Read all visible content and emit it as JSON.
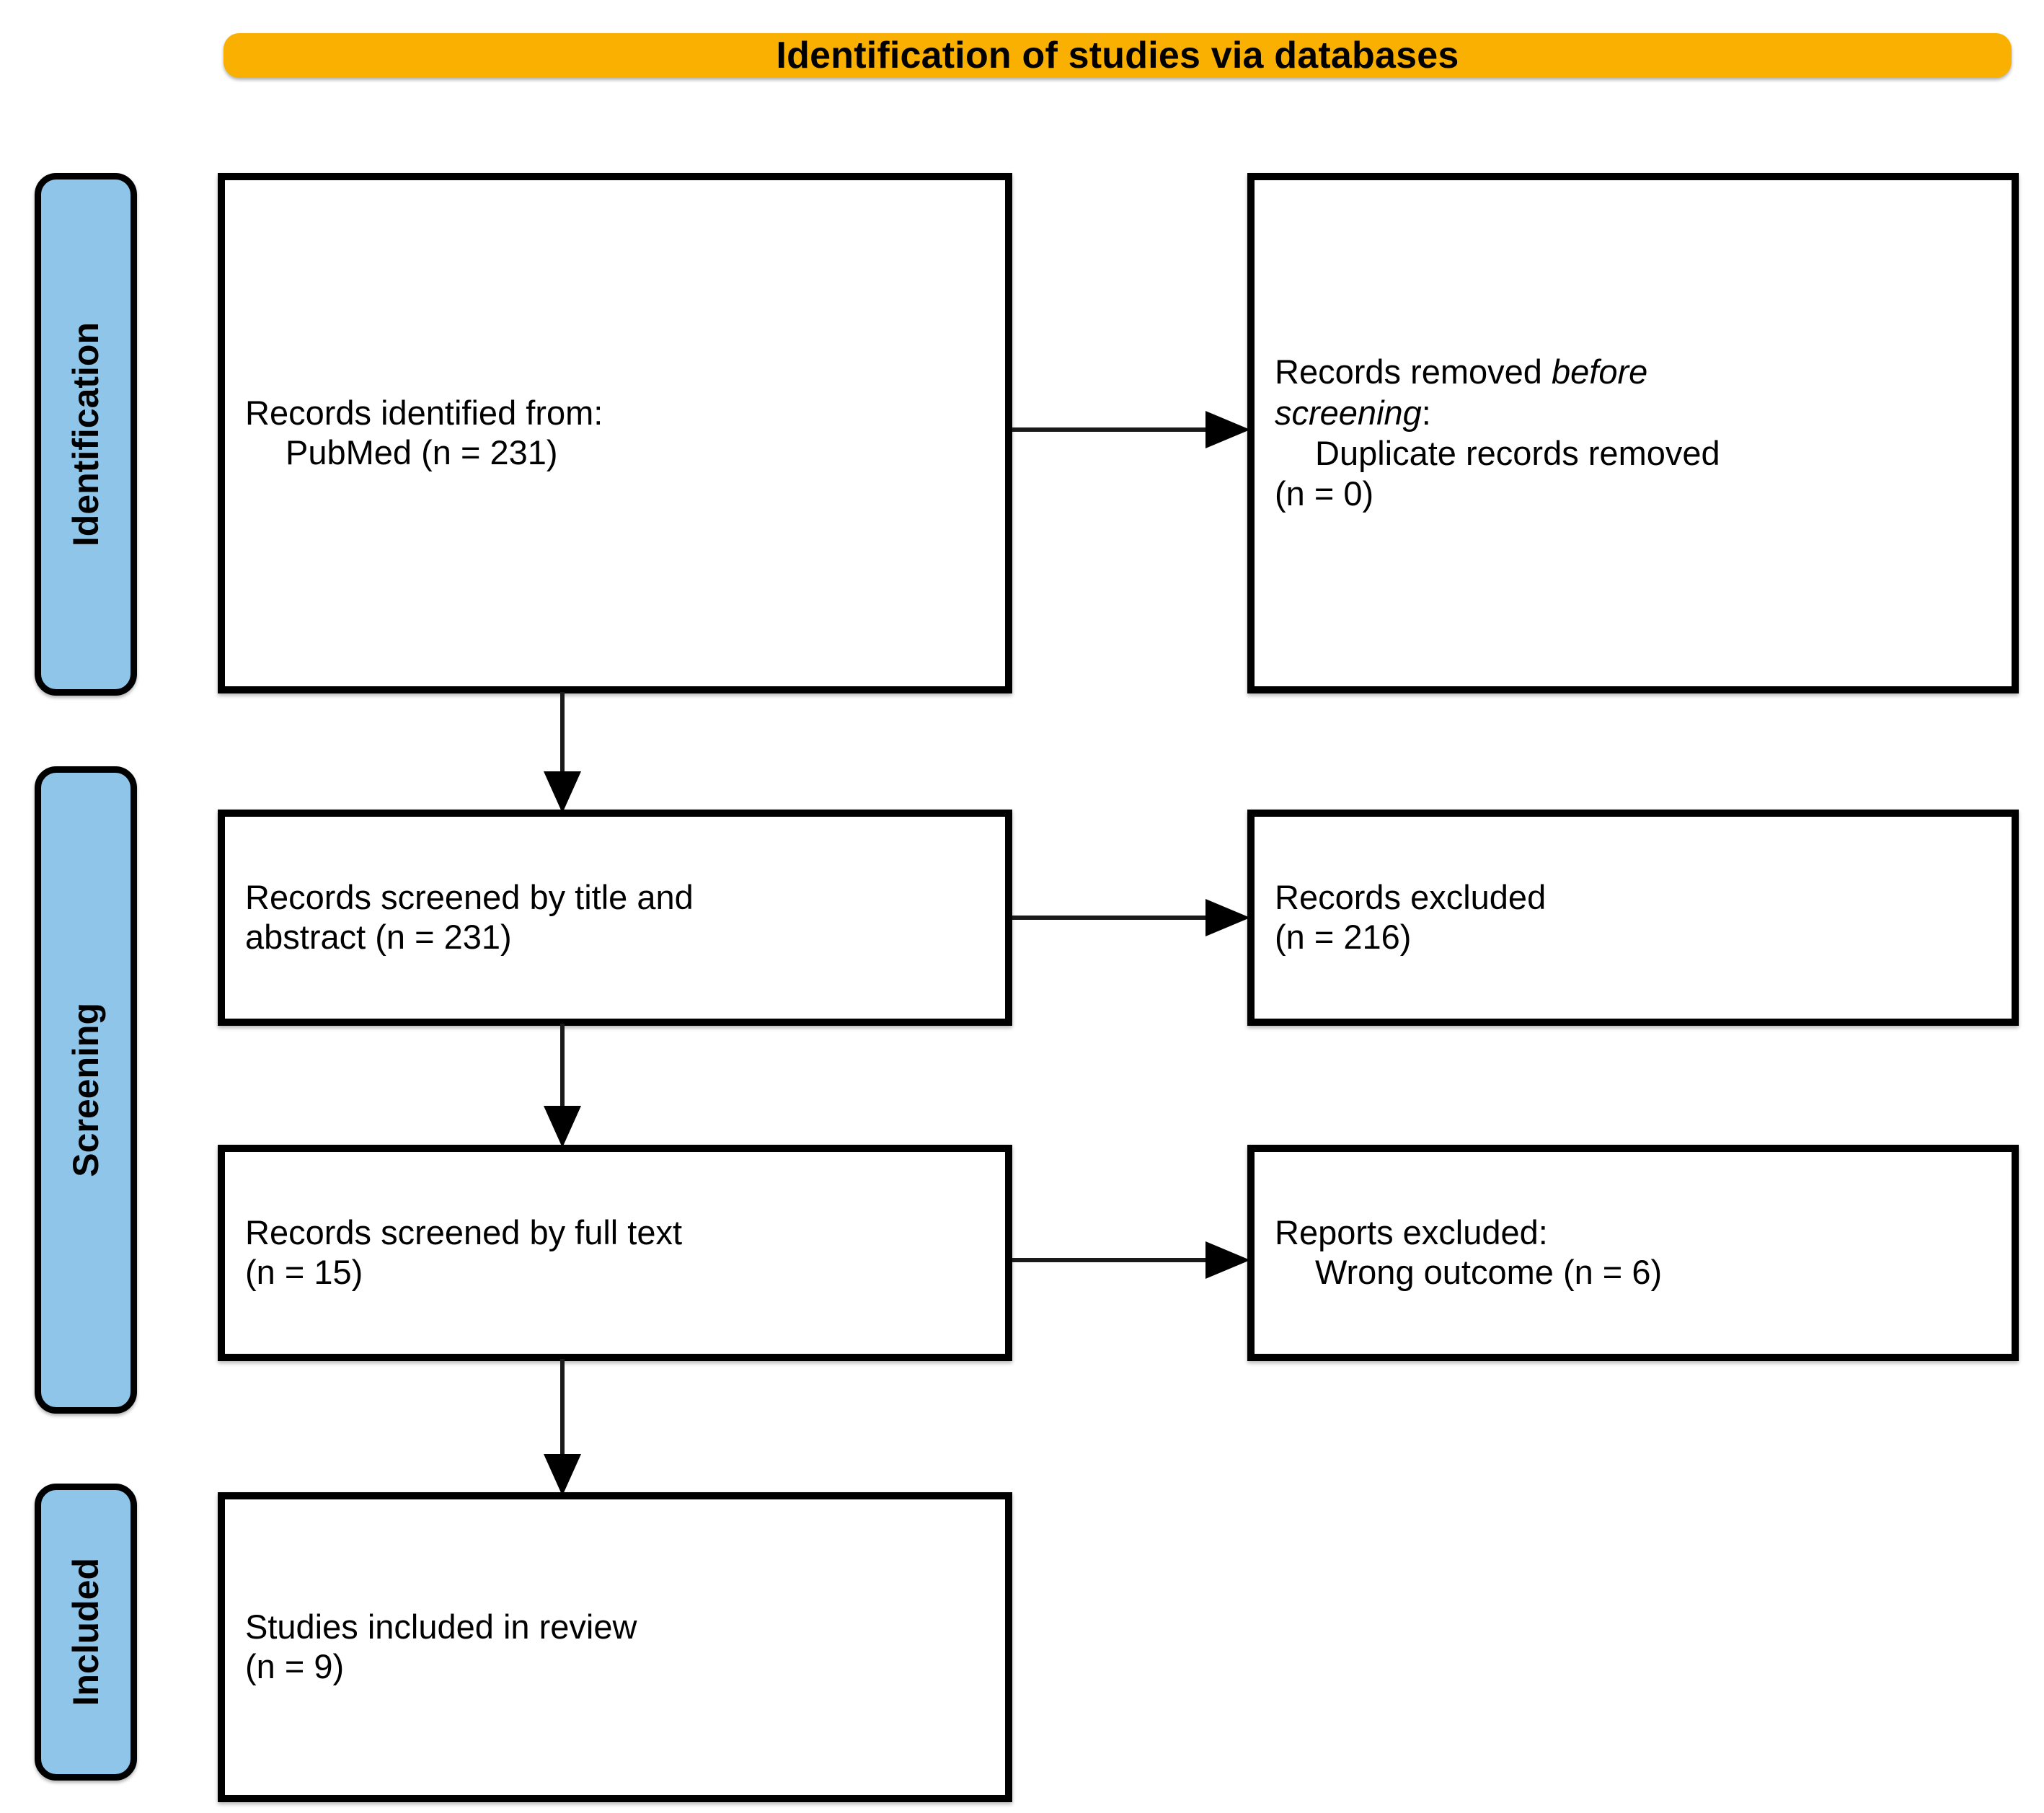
{
  "diagram": {
    "title": "Identification of studies via databases",
    "colors": {
      "banner": "#F9B000",
      "stage_sidebar": "#8EC5E8",
      "box_border": "#000000",
      "box_fill": "#FFFFFF",
      "text": "#000000"
    }
  },
  "stages": [
    {
      "label": "Identification"
    },
    {
      "label": "Screening"
    },
    {
      "label": "Included"
    }
  ],
  "boxes": {
    "identified": {
      "line1": "Records identified from:",
      "line2": "PubMed (n = 231)"
    },
    "removed_before_screening": {
      "line1_a": "Records removed ",
      "line1_b": "before",
      "line2_a": "screening",
      "line2_b": ":",
      "line3": "Duplicate records removed",
      "line4": "(n = 0)"
    },
    "screened_title_abstract": {
      "line1": "Records screened by title and",
      "line2": "abstract (n = 231)"
    },
    "records_excluded": {
      "line1": "Records excluded",
      "line2": "(n = 216)"
    },
    "screened_full_text": {
      "line1": "Records screened by full text",
      "line2": "(n = 15)"
    },
    "reports_excluded": {
      "line1": "Reports excluded:",
      "line2": "Wrong outcome (n = 6)"
    },
    "studies_included": {
      "line1": "Studies included in review",
      "line2": "(n = 9)"
    }
  },
  "chart_data": {
    "type": "diagram",
    "title": "Identification of studies via databases",
    "nodes": [
      {
        "id": "identified",
        "stage": "Identification",
        "text": "Records identified from: PubMed (n = 231)",
        "n": 231
      },
      {
        "id": "removed",
        "stage": "Identification",
        "text": "Records removed before screening: Duplicate records removed (n = 0)",
        "n": 0
      },
      {
        "id": "screened_ta",
        "stage": "Screening",
        "text": "Records screened by title and abstract (n = 231)",
        "n": 231
      },
      {
        "id": "excluded_ta",
        "stage": "Screening",
        "text": "Records excluded (n = 216)",
        "n": 216
      },
      {
        "id": "screened_ft",
        "stage": "Screening",
        "text": "Records screened by full text (n = 15)",
        "n": 15
      },
      {
        "id": "excluded_ft",
        "stage": "Screening",
        "text": "Reports excluded: Wrong outcome (n = 6)",
        "n": 6
      },
      {
        "id": "included",
        "stage": "Included",
        "text": "Studies included in review (n = 9)",
        "n": 9
      }
    ],
    "edges": [
      {
        "from": "identified",
        "to": "removed",
        "direction": "right"
      },
      {
        "from": "identified",
        "to": "screened_ta",
        "direction": "down"
      },
      {
        "from": "screened_ta",
        "to": "excluded_ta",
        "direction": "right"
      },
      {
        "from": "screened_ta",
        "to": "screened_ft",
        "direction": "down"
      },
      {
        "from": "screened_ft",
        "to": "excluded_ft",
        "direction": "right"
      },
      {
        "from": "screened_ft",
        "to": "included",
        "direction": "down"
      }
    ]
  }
}
